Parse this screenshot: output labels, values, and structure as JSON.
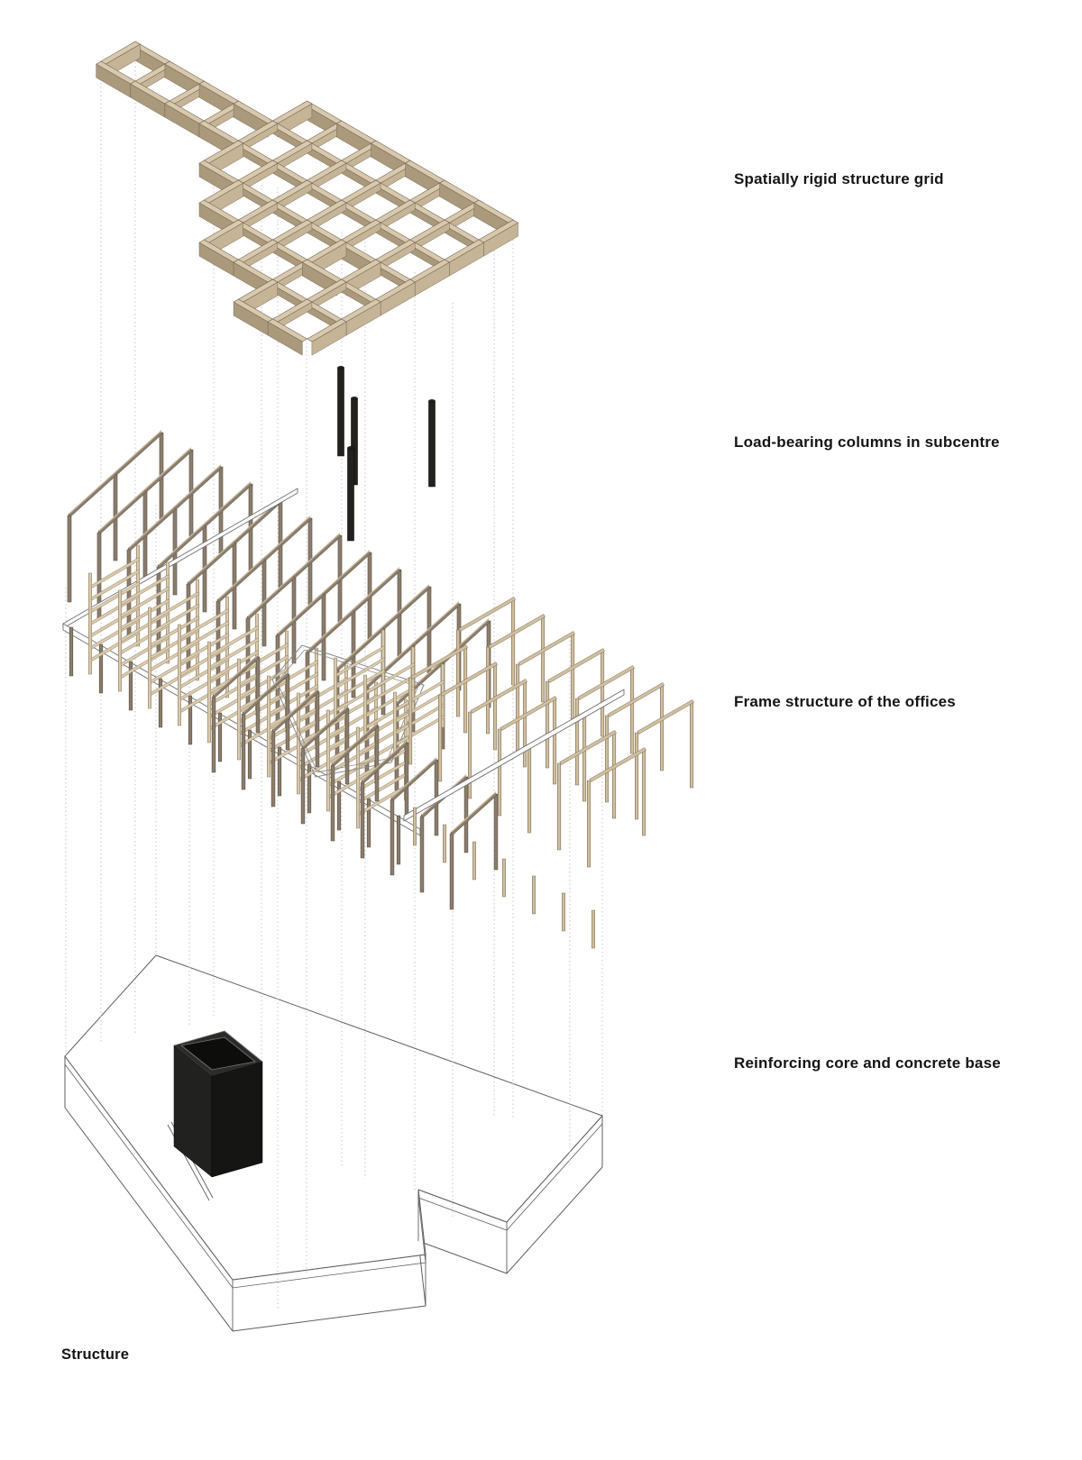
{
  "page": {
    "background": "#ffffff",
    "caption": "Structure"
  },
  "diagram": {
    "type": "exploded-axonometric-structure-diagram",
    "subject": "building structural system, four stacked layers connected by dotted projection lines",
    "layers": [
      {
        "id": "space-grid",
        "label": "Spatially rigid structure grid"
      },
      {
        "id": "columns",
        "label": "Load-bearing columns in subcentre"
      },
      {
        "id": "office-frame",
        "label": "Frame structure of the offices"
      },
      {
        "id": "core-base",
        "label": "Reinforcing core and concrete base"
      }
    ]
  },
  "colors": {
    "background": "#ffffff",
    "text": "#141414",
    "dotted": "#c6c6c6",
    "gridTop": "#d8c9ae",
    "gridWebA": "#ab997c",
    "gridWebB": "#c6b497",
    "gridEdge": "#6e624c",
    "framePost": "#8c7e6c",
    "frameEdge": "#544a3c",
    "frameHighlight": "#cabba4",
    "frameLight": "#dbcbae",
    "frameLightEdge": "#8d7d61",
    "portal": "#d0bfa0",
    "portalEdge": "#7c6e54",
    "floorFill": "#ffffff",
    "floorEdge": "#6e6e6e",
    "baseOutline": "#5f5f5f",
    "columnBlack": "#22211d",
    "columnEdge": "#0c0c0b",
    "coreLeft": "#212120",
    "coreRight": "#151514",
    "coreTop": "#2b2b29",
    "coreInner": "#0d0d0c",
    "coreEdge": "#787878"
  }
}
